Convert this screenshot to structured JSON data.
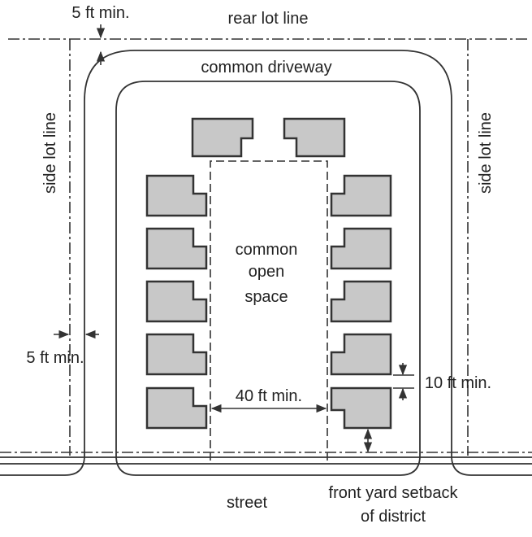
{
  "labels": {
    "rear_lot_line": "rear lot line",
    "common_driveway": "common driveway",
    "side_lot_line_left": "side lot line",
    "side_lot_line_right": "side lot line",
    "top_setback": "5 ft min.",
    "left_setback": "5 ft min.",
    "open_space_1": "common",
    "open_space_2": "open",
    "open_space_3": "space",
    "width_min": "40 ft min.",
    "spacing_min": "10 ft min.",
    "street": "street",
    "front_yard_1": "front yard setback",
    "front_yard_2": "of district"
  },
  "colors": {
    "house_fill": "#c8c8c8",
    "line": "#333333"
  }
}
